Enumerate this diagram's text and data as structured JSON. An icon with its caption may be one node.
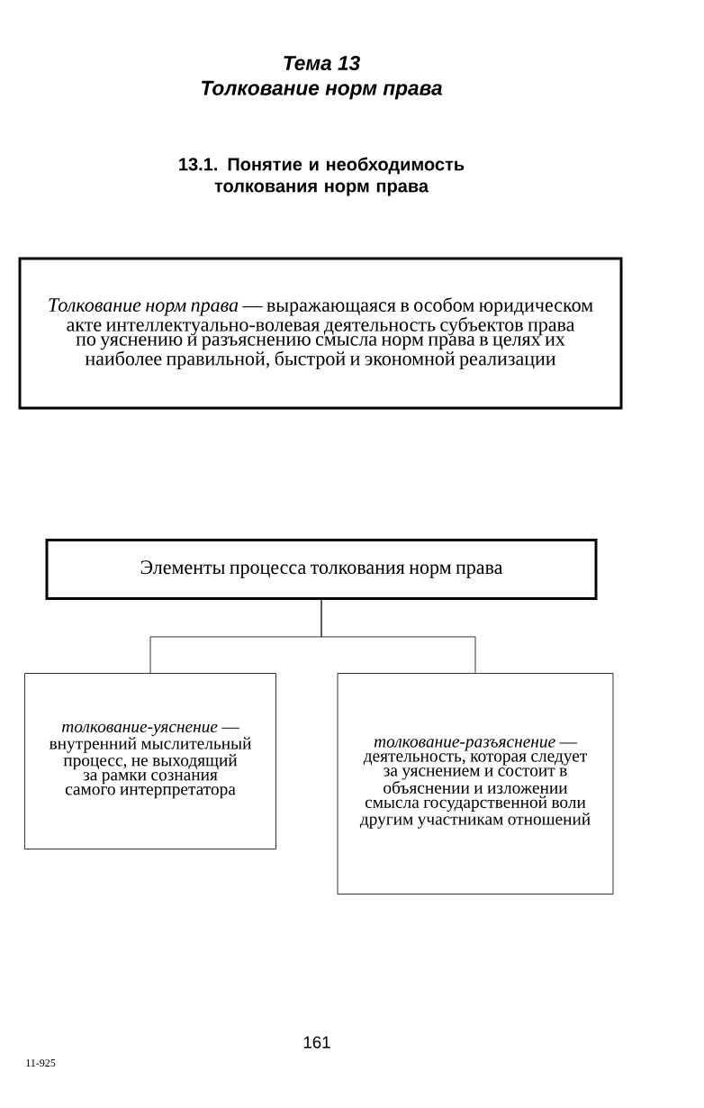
{
  "diagram": {
    "title": "Тема 13",
    "nodes": [
      {
        "text": [
          "*Толкование норм права* — выражающаяся в особом юридическом акте интеллектуально-волевая деятельность субъектов права по уяснению и разъяснению смысла норм права в целях их наиболее правильной, быстрой и экономной реализации"
        ]
      },
      {
        "text": [
          "Элементы процесса толкования норм права"
        ]
      },
      {
        "text": [
          "*толкование-уяснение* — внутренний мыслительный процесс, не выходящий за рамки сознания самого интерпретатора"
        ]
      },
      {
        "text": [
          "*толкование-разъяснение* — деятельность, которая следует за уяснением и состоит в объяснении и изложении смысла государственной воли другим участникам отношений"
        ]
      }
    ],
    "edges": [
      {
        "from": 1,
        "to": 2,
        "arrow": "none"
      },
      {
        "from": 1,
        "to": 3,
        "arrow": "none"
      }
    ],
    "labels": [
      "Толкование норм права",
      "13.1. Понятие и необходимость толкования норм права",
      "161",
      "11-925"
    ]
  }
}
